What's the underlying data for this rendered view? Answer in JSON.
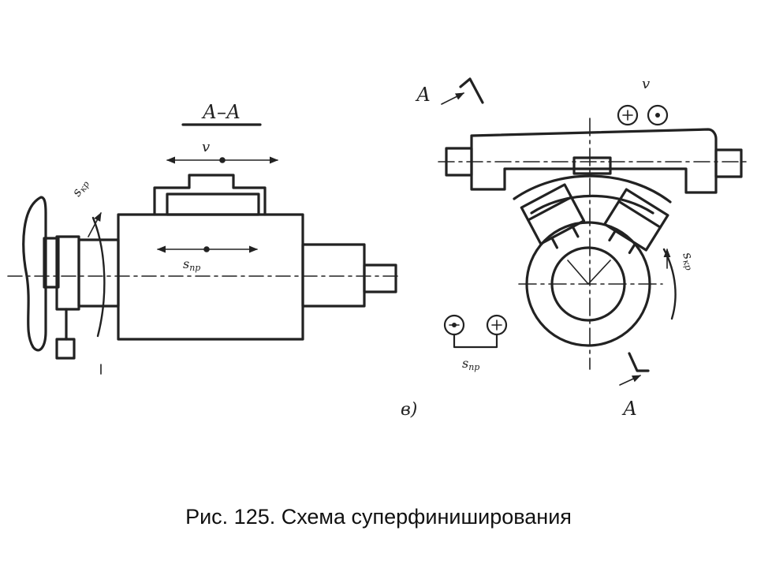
{
  "diagram": {
    "section_label": "А–А",
    "left": {
      "label_v": "v",
      "label_s_radial": "s",
      "label_s_radial_sub": "кр",
      "label_s_long": "s",
      "label_s_long_sub": "пр"
    },
    "right": {
      "label_section_top": "А",
      "label_section_bottom": "А",
      "label_v": "v",
      "label_s_circ": "s",
      "label_s_circ_sub": "кр",
      "label_s_feed": "s",
      "label_s_feed_sub": "пр",
      "panel_letter": "в)"
    }
  },
  "caption": "Рис. 125. Схема суперфиниширования",
  "colors": {
    "ink": "#222222",
    "background": "#ffffff"
  }
}
